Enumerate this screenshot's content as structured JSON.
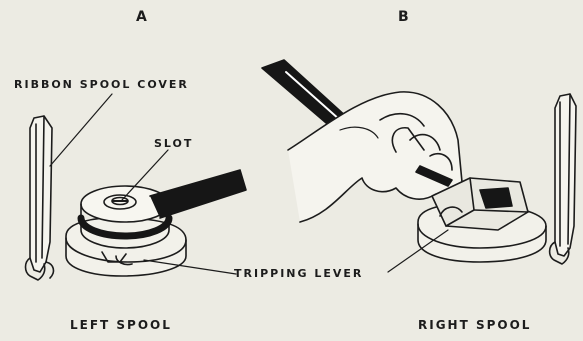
{
  "panels": {
    "a_letter": "A",
    "b_letter": "B"
  },
  "callouts": {
    "ribbon_spool_cover": "RIBBON SPOOL COVER",
    "slot": "SLOT",
    "tripping_lever": "TRIPPING LEVER"
  },
  "captions": {
    "left_spool": "LEFT SPOOL",
    "right_spool": "RIGHT SPOOL"
  },
  "colors": {
    "paper": "#ecebe3",
    "ink": "#1c1c1c",
    "ribbon": "#161616"
  },
  "icons": {
    "left_cover": "spool-cover-icon",
    "left_spool": "ribbon-spool-icon",
    "hand": "hand-icon",
    "right_spool": "ribbon-spool-icon",
    "right_cover": "spool-cover-icon"
  }
}
